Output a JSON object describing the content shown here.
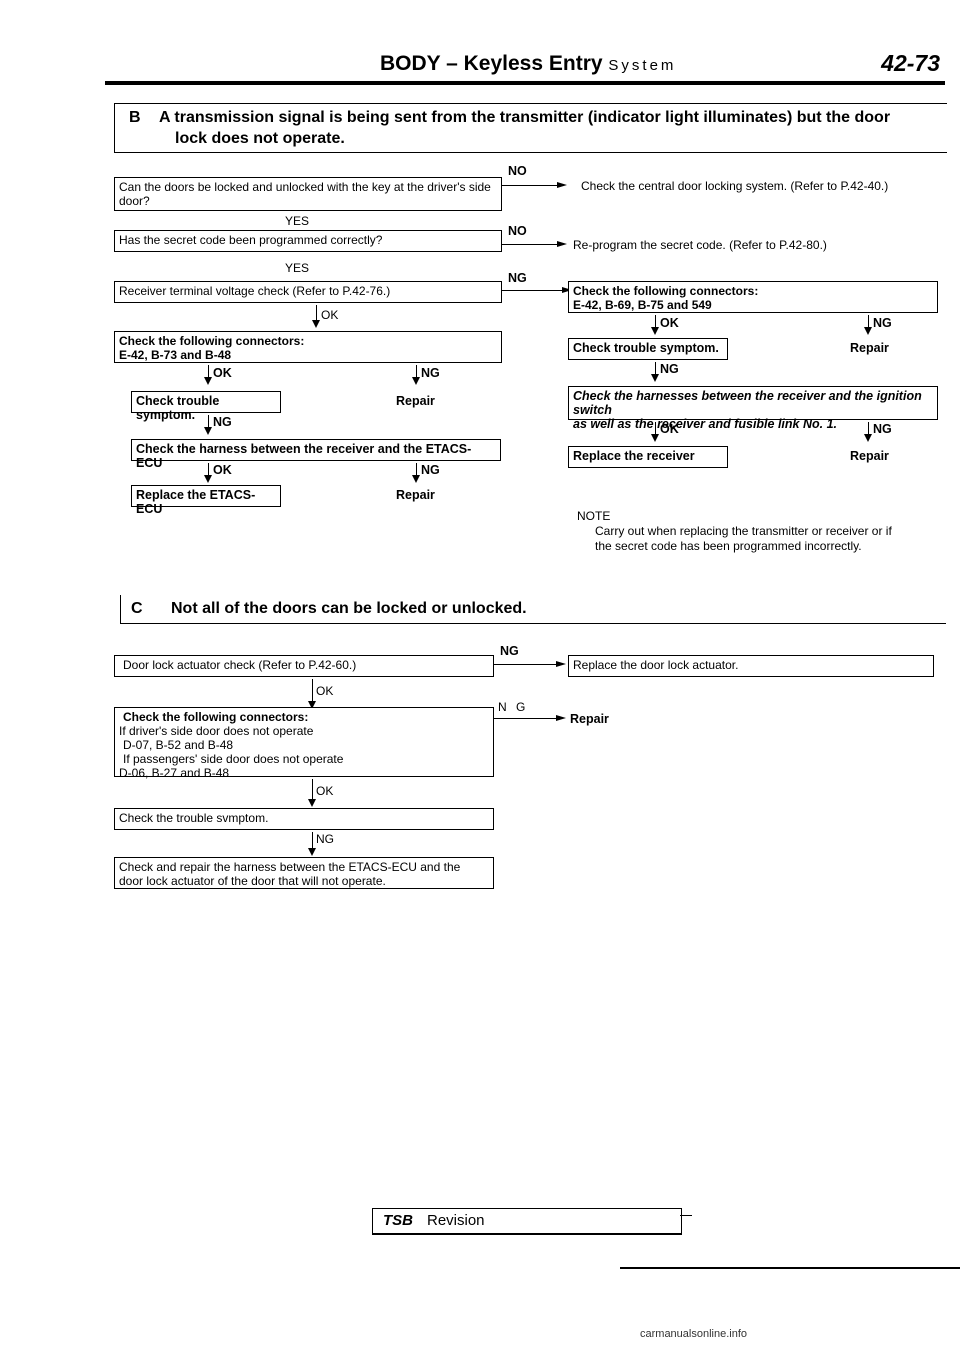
{
  "header": {
    "title": "BODY – Keyless Entry",
    "subtitle": "System",
    "page": "42-73"
  },
  "sectionB": {
    "letter": "B",
    "line1": "A transmission signal is being sent from the transmitter (indicator light illuminates) but the door",
    "line2": "lock does not operate.",
    "left": {
      "q1": "Can the doors be locked and unlocked with the key at the driver's side door?",
      "q1_no": "NO",
      "q1_action": "Check the central door locking system. (Refer to P.42-40.)",
      "yes1": "YES",
      "q2": "Has the secret code been programmed correctly?",
      "q2_no": "NO",
      "q2_action": "Re-program the secret code. (Refer to P.42-80.)",
      "yes2": "YES",
      "q3": "Receiver terminal voltage check (Refer to P.42-76.)",
      "q3_ng": "NG",
      "ok1": "OK",
      "conn_title": "Check the following connectors:",
      "conn_list": "E-42, B-73 and B-48",
      "ok2": "OK",
      "ng2": "NG",
      "trouble": "Check trouble symptom.",
      "repair1": "Repair",
      "ng3": "NG",
      "harness": "Check the harness between the receiver and the ETACS-ECU",
      "ok3": "OK",
      "ng4": "NG",
      "replace_ecu": "Replace the ETACS-ECU",
      "repair2": "Repair"
    },
    "right": {
      "conn_title": "Check the following connectors:",
      "conn_list": "E-42, B-69, B-75 and 549",
      "ok1": "OK",
      "ng1": "NG",
      "trouble": "Check trouble symptom.",
      "repair1": "Repair",
      "ng2": "NG",
      "harness1": "Check the harnesses between the receiver and the ignition switch",
      "harness2": "as well as the receiver and fusible link No. 1.",
      "ok2": "OK",
      "ng3": "NG",
      "replace_receiver": "Replace the receiver",
      "repair2": "Repair"
    },
    "note": {
      "title": "NOTE",
      "line1": "Carry out when replacing the transmitter or receiver or if",
      "line2": "the secret code has been programmed incorrectly."
    }
  },
  "sectionC": {
    "letter": "C",
    "text": "Not all of the doors can be locked or unlocked.",
    "q1": "Door lock actuator check (Refer to P.42-60.)",
    "q1_ng": "NG",
    "q1_action": "Replace the door lock actuator.",
    "ok1": "OK",
    "conn_title": "Check the following connectors:",
    "conn_l1": "If driver's side door does not operate",
    "conn_l2": "D-07, B-52 and B-48",
    "conn_l3": "If passengers' side door does not operate",
    "conn_l4": "D-06, B-27 and B-48",
    "ng2": "N G",
    "repair": "Repair",
    "ok2": "OK",
    "trouble": "Check the trouble svmptom.",
    "ng3": "NG",
    "final1": "Check and repair the harness between the ETACS-ECU and the",
    "final2": "door lock actuator of the door that will not operate."
  },
  "footer": {
    "tsb": "TSB",
    "revision": "Revision"
  },
  "watermark": "carmanualsonline.info"
}
